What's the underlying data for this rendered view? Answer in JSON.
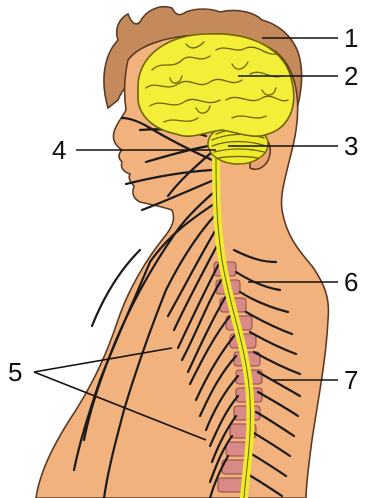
{
  "colors": {
    "skin": "#f2b27e",
    "skin_outline": "#6b4526",
    "hair": "#c58a5c",
    "brain": "#f3ee37",
    "spinal_cord": "#f0ea2c",
    "vertebrae": "#d98a86",
    "nerve": "#1a1a1a"
  },
  "labels": {
    "l1": "1",
    "l2": "2",
    "l3": "3",
    "l4": "4",
    "l5": "5",
    "l6": "6",
    "l7": "7"
  }
}
